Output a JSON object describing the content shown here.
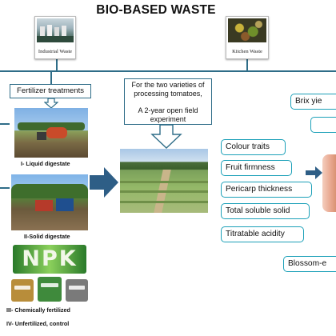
{
  "title": "BIO-BASED WASTE",
  "sources": [
    {
      "label": "Industrial Waste"
    },
    {
      "label": "Kitchen Waste"
    }
  ],
  "fertilizer_box": "Fertilizer treatments",
  "experiment_box": {
    "line1": "For the two varieties of",
    "line2": "processing tomatoes,",
    "line3": "A 2-year  open field",
    "line4": "experiment"
  },
  "treatments": [
    "I- Liquid digestate",
    "II-Solid digestate",
    "III- Chemically fertilized",
    "IV- Unfertilized, control"
  ],
  "npk": "NPK",
  "traits": [
    "Colour traits",
    "Fruit firmness",
    "Pericarp thickness",
    "Total soluble solid",
    "Titratable acidity"
  ],
  "right_items": {
    "brix": "Brix yie",
    "blossom": "Blossom-e"
  },
  "colors": {
    "line": "#2f6d88",
    "pill_border": "#1ba0b8",
    "arrow": "#2e5e86"
  }
}
